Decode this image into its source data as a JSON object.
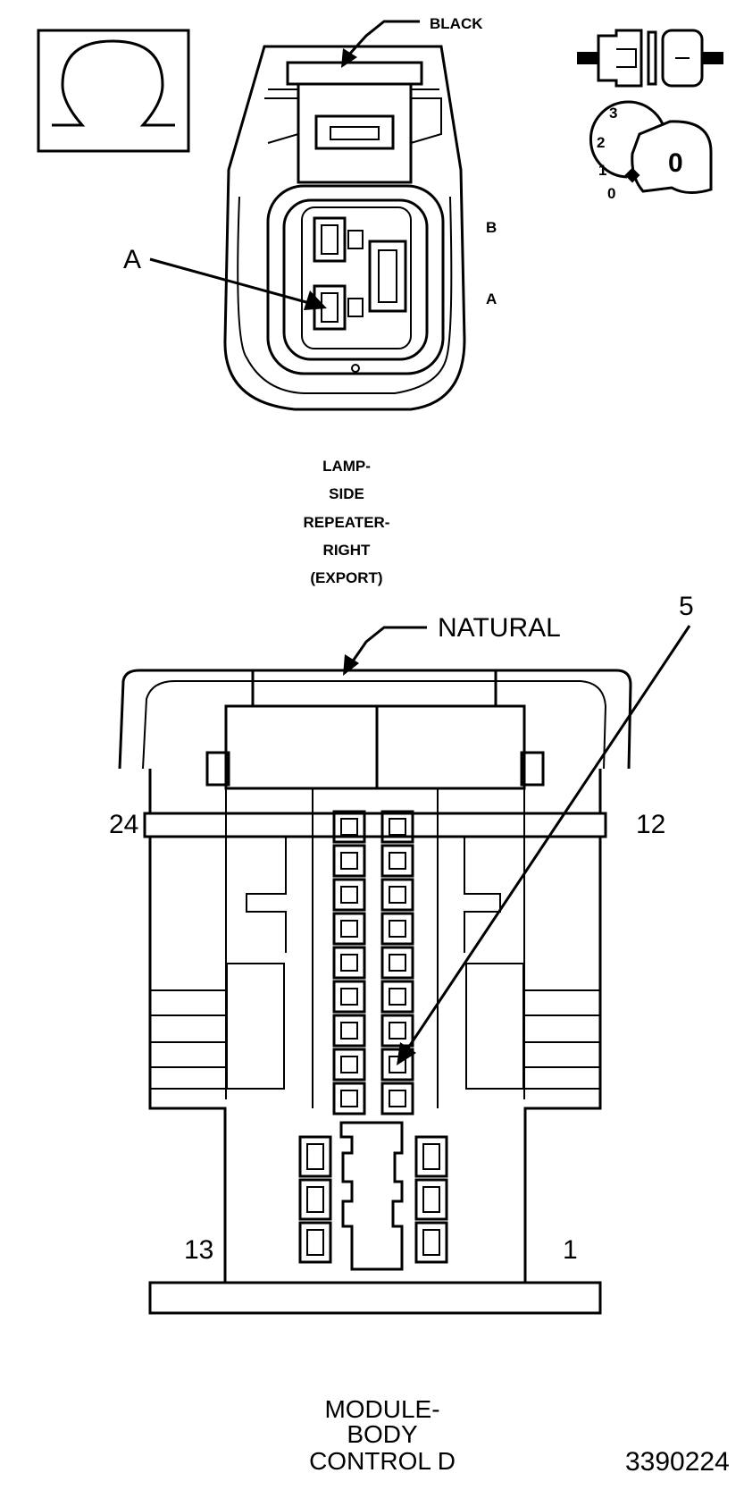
{
  "symbol": {
    "icon": "ohm-icon"
  },
  "connector_a": {
    "color_label": "BLACK",
    "callout_label": "A",
    "pin_labels": [
      "B",
      "A"
    ],
    "name_lines": [
      "LAMP-",
      "SIDE",
      "REPEATER-",
      "RIGHT",
      "(EXPORT)"
    ]
  },
  "ignition": {
    "positions": [
      "3",
      "2",
      "1",
      "0"
    ],
    "key_label": "0",
    "icons": [
      "connector-disconnected-icon",
      "ignition-key-icon"
    ]
  },
  "connector_b": {
    "color_label": "NATURAL",
    "callout_label": "5",
    "pin_labels": {
      "top_left": "24",
      "top_right": "12",
      "bottom_left": "13",
      "bottom_right": "1"
    },
    "name_lines": [
      "MODULE-",
      "BODY",
      "CONTROL D"
    ]
  },
  "figure_number": "3390224"
}
